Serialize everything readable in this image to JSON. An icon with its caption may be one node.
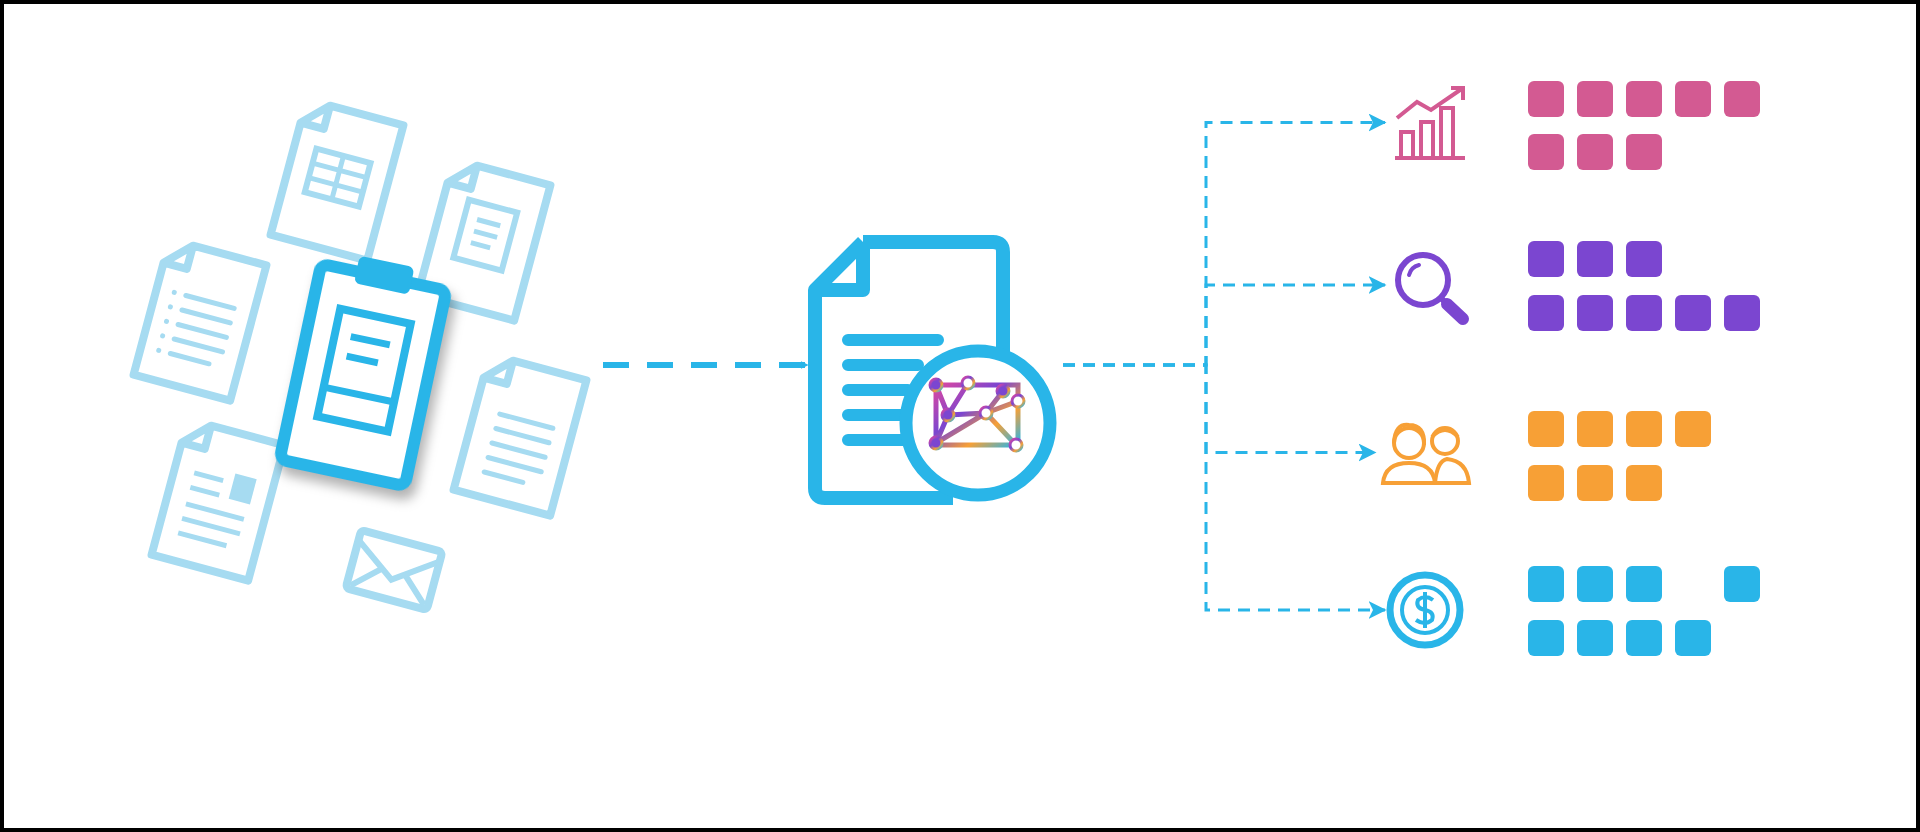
{
  "diagram": {
    "nodes": [
      {
        "text": [],
        "shape": "picture"
      },
      {
        "text": [],
        "shape": "picture"
      },
      {
        "text": [],
        "shape": "picture"
      },
      {
        "text": [],
        "shape": "picture"
      },
      {
        "text": [],
        "shape": "picture"
      },
      {
        "text": [],
        "shape": "picture"
      }
    ],
    "edges": [
      {
        "from": 0,
        "to": 1,
        "arrow": "to",
        "style": "dashed"
      },
      {
        "from": 1,
        "to": 2,
        "arrow": "to",
        "style": "dashed"
      },
      {
        "from": 1,
        "to": 3,
        "arrow": "to",
        "style": "dashed"
      },
      {
        "from": 1,
        "to": 4,
        "arrow": "to",
        "style": "dashed"
      },
      {
        "from": 1,
        "to": 5,
        "arrow": "to",
        "style": "dashed"
      }
    ]
  }
}
